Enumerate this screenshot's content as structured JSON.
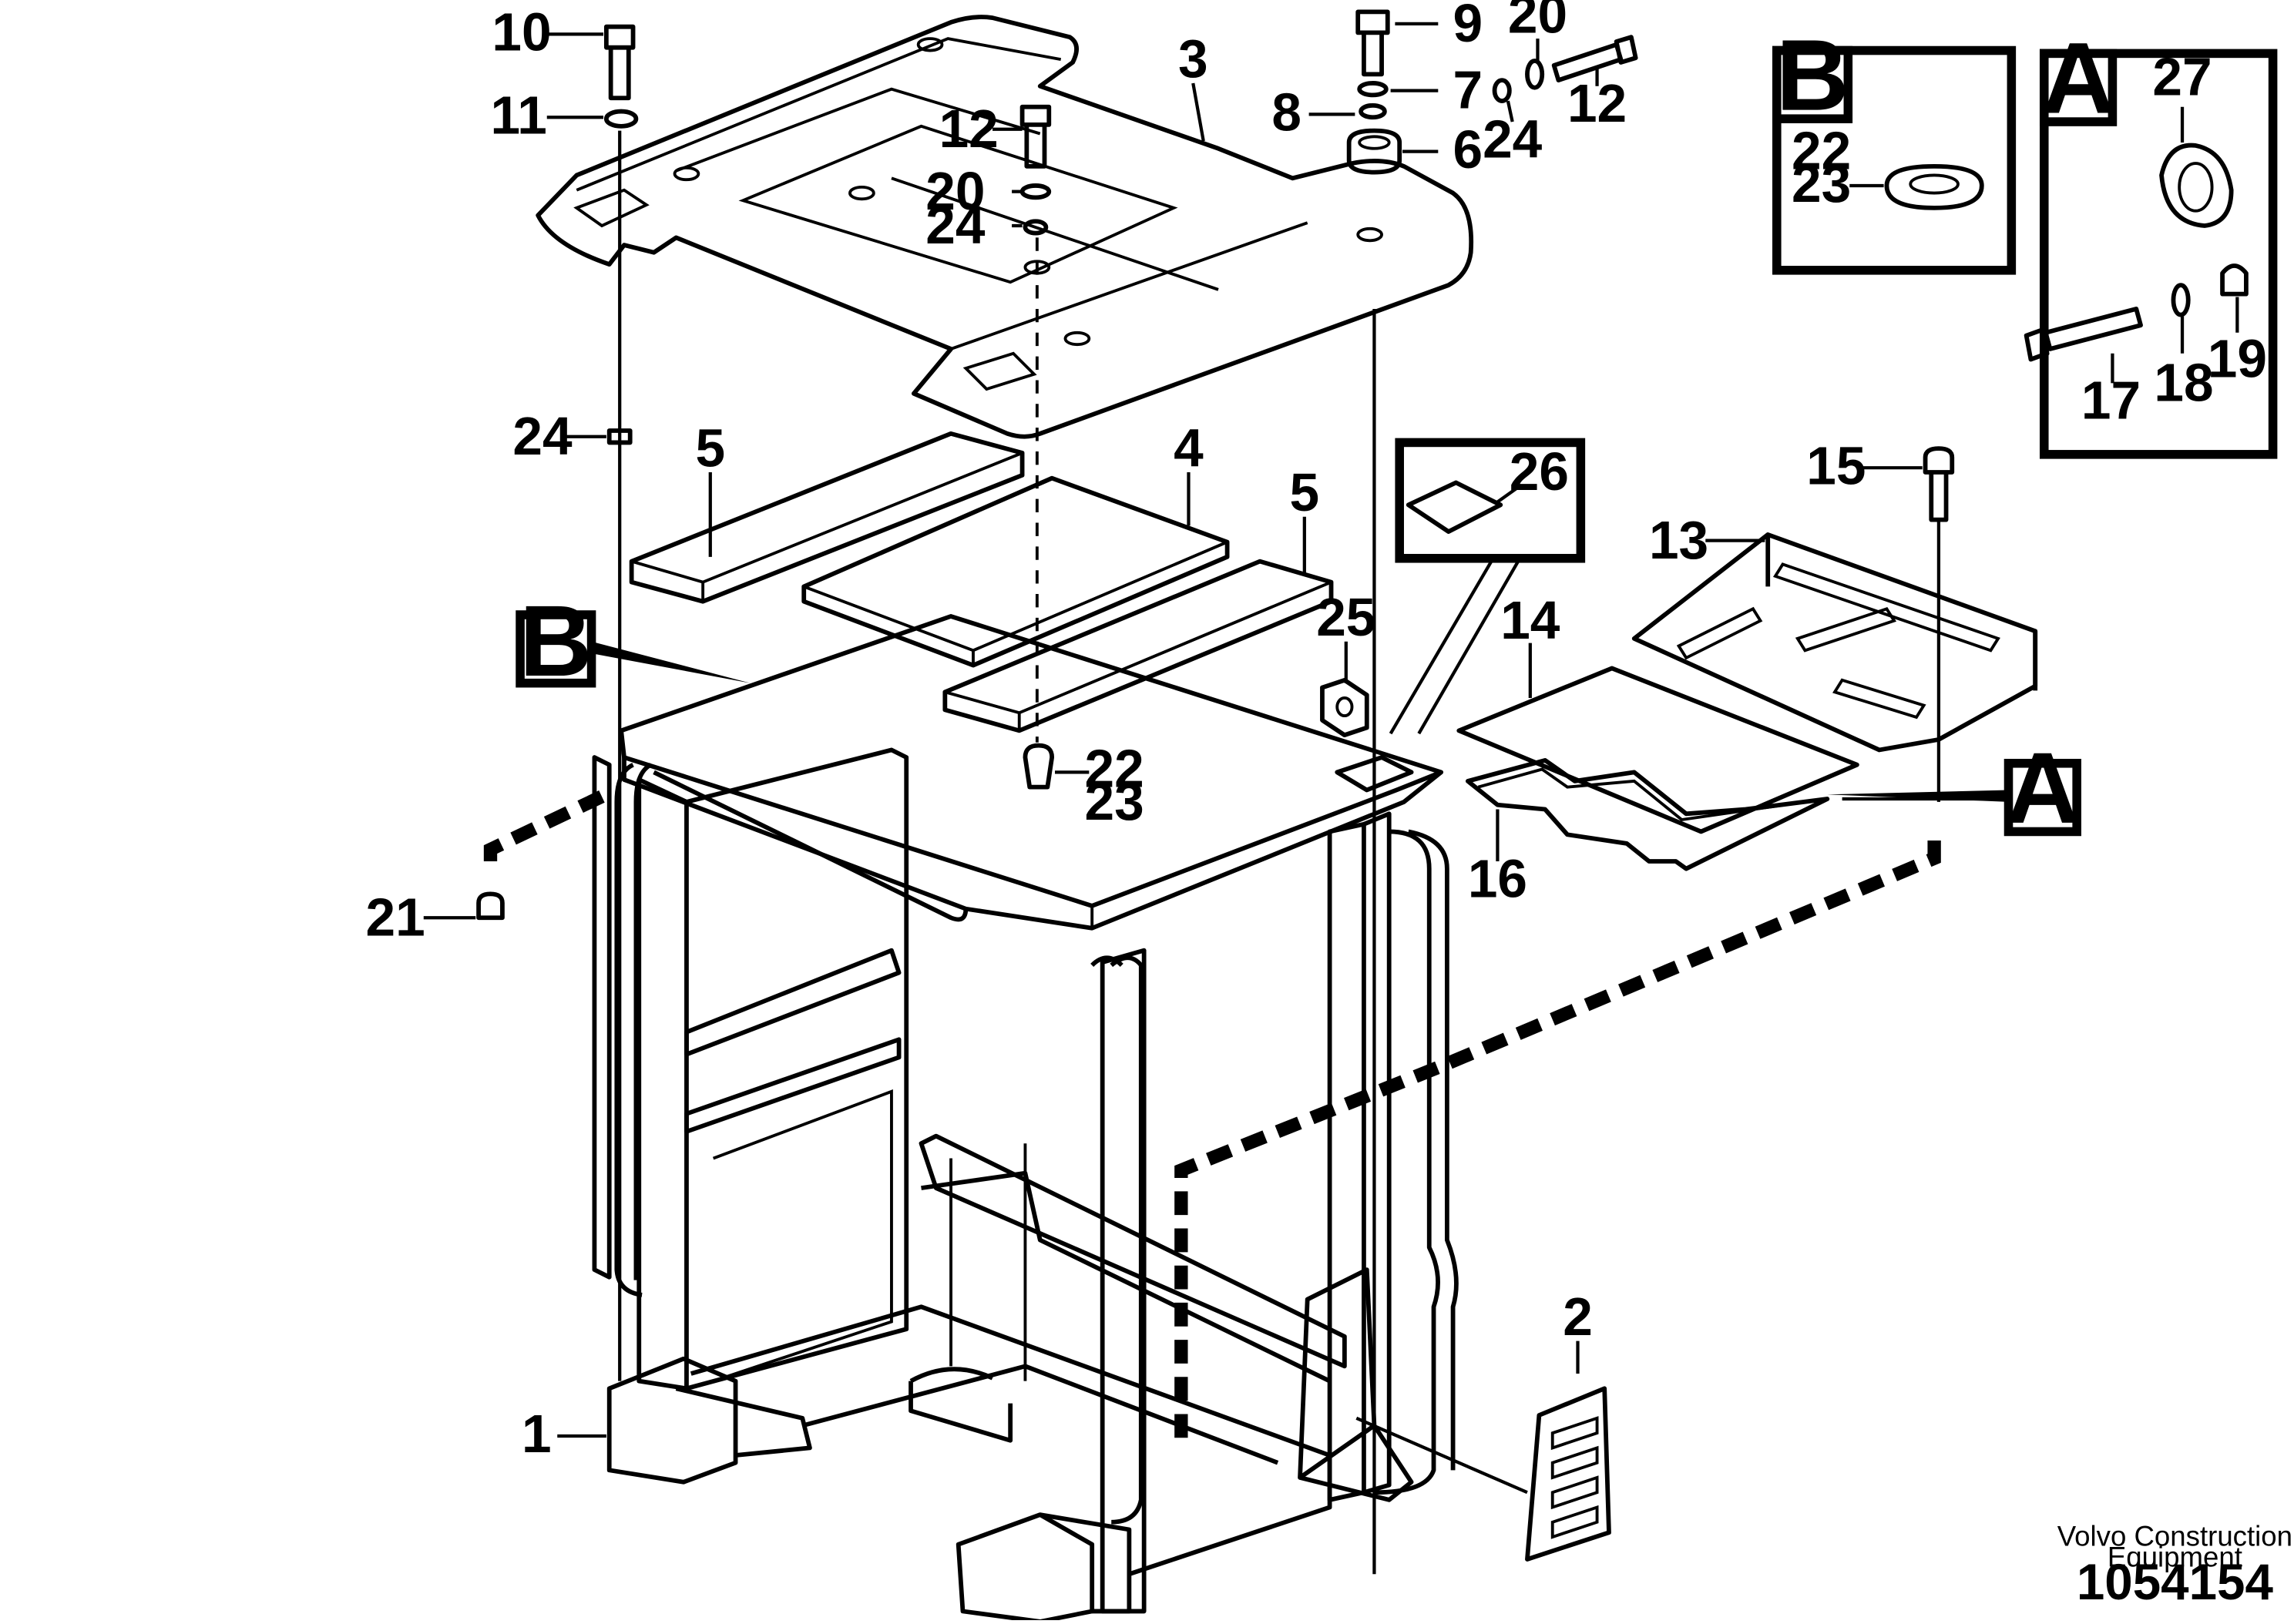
{
  "drawing": {
    "brand_line1": "Volvo Construction",
    "brand_line2": "Equipment",
    "document_number": "1054154"
  },
  "detail_views": {
    "b": {
      "letter": "B",
      "labels": [
        "22",
        "23"
      ]
    },
    "a": {
      "letter": "A",
      "labels": [
        "27",
        "17",
        "18",
        "19"
      ]
    },
    "inset": {
      "label": "26"
    }
  },
  "detail_refs": {
    "b": "B",
    "a": "A"
  },
  "callouts": {
    "n1": "1",
    "n2": "2",
    "n3": "3",
    "n4": "4",
    "n5a": "5",
    "n5b": "5",
    "n6": "6",
    "n7": "7",
    "n8": "8",
    "n9": "9",
    "n10": "10",
    "n11": "11",
    "n12a": "12",
    "n12b": "12",
    "n13": "13",
    "n14": "14",
    "n15": "15",
    "n16": "16",
    "n20a": "20",
    "n20b": "20",
    "n21": "21",
    "n22": "22",
    "n23": "23",
    "n24a": "24",
    "n24b": "24",
    "n24c": "24",
    "n25": "25"
  }
}
